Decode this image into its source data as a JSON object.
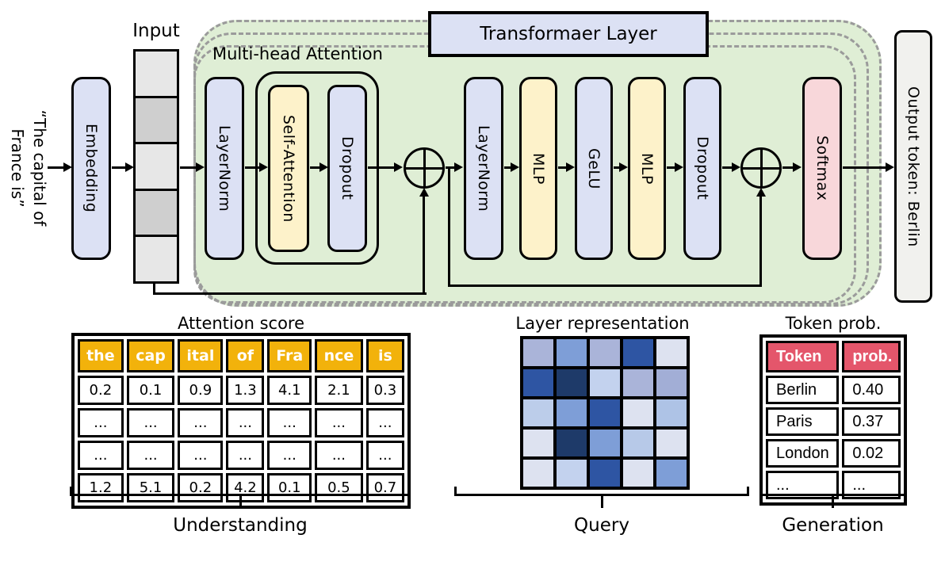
{
  "prompt": {
    "line1": "“The capital of",
    "line2": "France is”"
  },
  "labels": {
    "input": "Input",
    "transformer_layer": "Transformaer Layer",
    "multi_head": "Multi-head Attention"
  },
  "blocks": {
    "embedding": "Embedding",
    "layernorm1": "LayerNorm",
    "self_attention": "Self-Attention",
    "dropout1": "Dropout",
    "layernorm2": "LayerNorm",
    "mlp1": "MLP",
    "gelu": "GeLU",
    "mlp2": "MLP",
    "dropout2": "Dropout",
    "softmax": "Softmax",
    "output_token": "Output token: Berlin"
  },
  "attention_table": {
    "title": "Attention score",
    "headers": [
      "the",
      "cap",
      "ital",
      "of",
      "Fra",
      "nce",
      "is"
    ],
    "rows": [
      [
        "0.2",
        "0.1",
        "0.9",
        "1.3",
        "4.1",
        "2.1",
        "0.3"
      ],
      [
        "...",
        "...",
        "...",
        "...",
        "...",
        "...",
        "..."
      ],
      [
        "...",
        "...",
        "...",
        "...",
        "...",
        "...",
        "..."
      ],
      [
        "1.2",
        "5.1",
        "0.2",
        "4.2",
        "0.1",
        "0.5",
        "0.7"
      ]
    ],
    "brace_label": "Understanding"
  },
  "heatmap": {
    "title": "Layer representation",
    "cells": [
      [
        "#aab4d9",
        "#7e9ed7",
        "#aab4d9",
        "#2e55a3",
        "#dde2f0"
      ],
      [
        "#2e55a3",
        "#1e3a69",
        "#c3d2ee",
        "#aab4d9",
        "#a2aed6"
      ],
      [
        "#bccdea",
        "#7e9ed7",
        "#2e55a3",
        "#dde2f0",
        "#aec3e6"
      ],
      [
        "#dde2f0",
        "#1e3a69",
        "#7e9ed7",
        "#b7c9e8",
        "#dde2f0"
      ],
      [
        "#dde2f0",
        "#c3d2ee",
        "#2e55a3",
        "#dde2f0",
        "#7e9ed7"
      ]
    ],
    "brace_label": "Query"
  },
  "token_table": {
    "title": "Token prob.",
    "headers": [
      "Token",
      "prob."
    ],
    "rows": [
      [
        "Berlin",
        "0.40"
      ],
      [
        "Paris",
        "0.37"
      ],
      [
        "London",
        "0.02"
      ],
      [
        "...",
        "..."
      ]
    ],
    "brace_label": "Generation"
  },
  "colors": {
    "green": "#dfeed5",
    "lavender": "#dce1f4",
    "yellow": "#fdf2ca",
    "pink": "#f8d7da",
    "outputBg": "#f1f1ee",
    "inputLight": "#e7e7e7",
    "inputDark": "#cfcfcf",
    "orange": "#f2b20b",
    "red": "#e4566b",
    "dash": "#9b9b9b"
  }
}
